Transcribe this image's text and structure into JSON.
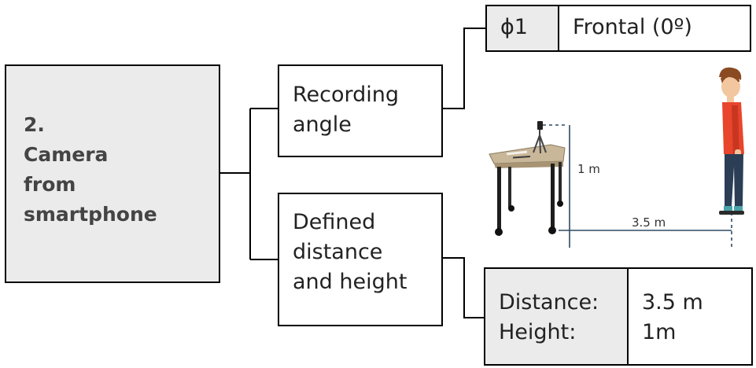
{
  "root": {
    "number": "2.",
    "lines": [
      "Camera",
      "from",
      "smartphone"
    ]
  },
  "nodes": {
    "recording_angle": [
      "Recording",
      "angle"
    ],
    "distance_height": [
      "Defined",
      "distance",
      "and height"
    ]
  },
  "angle_table": {
    "code": "ϕ1",
    "value": "Frontal (0º)"
  },
  "distance_table": {
    "labels": [
      "Distance:",
      "Height:"
    ],
    "values": [
      "3.5 m",
      "1m"
    ]
  },
  "illustration": {
    "height_label": "1 m",
    "distance_label": "3.5 m"
  },
  "colors": {
    "box_fill_grey": "#ebebeb",
    "measure_line": "#2f4a63",
    "shirt": "#e8452c",
    "pants": "#2c3e55"
  }
}
